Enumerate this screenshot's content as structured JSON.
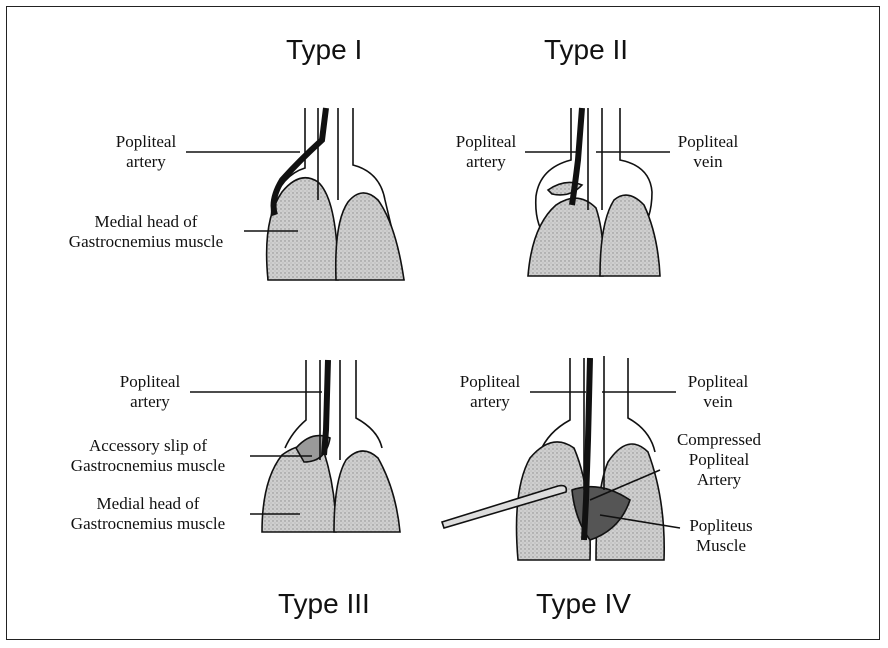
{
  "panels": [
    {
      "title": "Type I",
      "labels": {
        "artery": [
          "Popliteal",
          "artery"
        ],
        "medial": [
          "Medial head of",
          "Gastrocnemius muscle"
        ]
      }
    },
    {
      "title": "Type II",
      "labels": {
        "artery": [
          "Popliteal",
          "artery"
        ],
        "vein": [
          "Popliteal",
          "vein"
        ]
      }
    },
    {
      "title": "Type III",
      "labels": {
        "artery": [
          "Popliteal",
          "artery"
        ],
        "accessory": [
          "Accessory slip of",
          "Gastrocnemius muscle"
        ],
        "medial": [
          "Medial head of",
          "Gastrocnemius muscle"
        ]
      }
    },
    {
      "title": "Type IV",
      "labels": {
        "artery": [
          "Popliteal",
          "artery"
        ],
        "vein": [
          "Popliteal",
          "vein"
        ],
        "compressed": [
          "Compressed",
          "Popliteal",
          "Artery"
        ],
        "popliteus": [
          "Popliteus",
          "Muscle"
        ]
      }
    }
  ],
  "colors": {
    "muscle": "#c9c9c9",
    "muscle_dark": "#9a9a9a",
    "artery": "#111111",
    "line": "#111111"
  }
}
